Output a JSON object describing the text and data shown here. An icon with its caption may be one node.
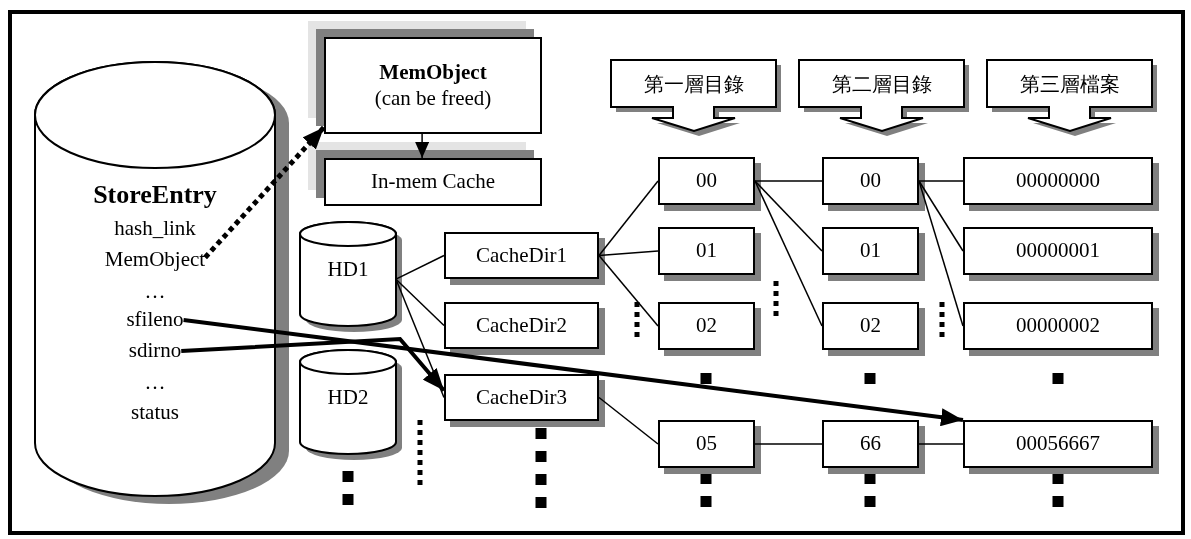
{
  "diagram": {
    "nodes": [
      {
        "text": [
          "StoreEntry",
          "hash_link",
          "…",
          "…",
          "status"
        ]
      },
      {
        "text": [
          "MemObject"
        ],
        "in": 0
      },
      {
        "text": [
          "sfileno"
        ],
        "in": 0
      },
      {
        "text": [
          "sdirno"
        ],
        "in": 0
      },
      {
        "text": [
          "MemObject",
          "(can be freed)"
        ]
      },
      {
        "text": [
          "In-mem Cache"
        ]
      },
      {
        "text": [
          "第一層目錄"
        ]
      },
      {
        "text": [
          "第二層目錄"
        ]
      },
      {
        "text": [
          "第三層檔案"
        ]
      },
      {
        "text": [
          "00"
        ]
      },
      {
        "text": [
          "00"
        ]
      },
      {
        "text": [
          "00000000"
        ]
      },
      {
        "text": [
          "HD1"
        ]
      },
      {
        "text": [
          "CacheDir1"
        ]
      },
      {
        "text": [
          "01"
        ]
      },
      {
        "text": [
          "01"
        ]
      },
      {
        "text": [
          "00000001"
        ]
      },
      {
        "text": [
          "CacheDir2"
        ]
      },
      {
        "text": [
          "02"
        ]
      },
      {
        "text": [
          "02"
        ]
      },
      {
        "text": [
          "00000002"
        ]
      },
      {
        "text": [
          "HD2"
        ]
      },
      {
        "text": [
          "CacheDir3"
        ]
      },
      {
        "text": [
          "05"
        ]
      },
      {
        "text": [
          "66"
        ]
      },
      {
        "text": [
          "00056667"
        ]
      }
    ],
    "edges": [
      {
        "from": 1,
        "to": 4,
        "arrow": "to",
        "style": "dashed"
      },
      {
        "from": 4,
        "to": 5,
        "arrow": "to"
      },
      {
        "from": 12,
        "to": 13,
        "arrow": "none"
      },
      {
        "from": 12,
        "to": 17,
        "arrow": "none"
      },
      {
        "from": 12,
        "to": 22,
        "arrow": "none"
      },
      {
        "from": 13,
        "to": 9,
        "arrow": "none"
      },
      {
        "from": 13,
        "to": 14,
        "arrow": "none"
      },
      {
        "from": 13,
        "to": 18,
        "arrow": "none"
      },
      {
        "from": 22,
        "to": 23,
        "arrow": "none"
      },
      {
        "from": 9,
        "to": 10,
        "arrow": "none"
      },
      {
        "from": 9,
        "to": 15,
        "arrow": "none"
      },
      {
        "from": 9,
        "to": 19,
        "arrow": "none"
      },
      {
        "from": 10,
        "to": 11,
        "arrow": "none"
      },
      {
        "from": 10,
        "to": 16,
        "arrow": "none"
      },
      {
        "from": 10,
        "to": 20,
        "arrow": "none"
      },
      {
        "from": 23,
        "to": 24,
        "arrow": "none"
      },
      {
        "from": 24,
        "to": 25,
        "arrow": "none"
      },
      {
        "from": 2,
        "to": 25,
        "arrow": "to",
        "style": "thick"
      },
      {
        "from": 3,
        "to": 22,
        "arrow": "to",
        "style": "thick"
      }
    ]
  }
}
